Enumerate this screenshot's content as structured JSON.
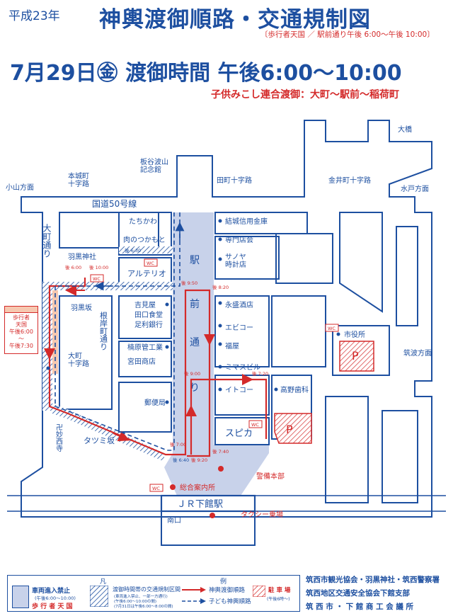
{
  "header": {
    "year": "平成23年",
    "title": "神輿渡御順路・交通規制図",
    "subtitle": "〔歩行者天国 ／ 駅前通り午後 6:00〜午後 10:00〕",
    "date_line": "7月29日㊎ 渡御時間 午後6:00〜10:00",
    "kids_route": "子供みこし連合渡御：大町〜駅前〜稲荷町"
  },
  "colors": {
    "blue": "#1d4fa0",
    "red": "#d42a2a",
    "pedestrian_fill": "#c8d2ea",
    "pedestrian_left": "#f6c8b0"
  },
  "map": {
    "places": {
      "ohashi": "大橋",
      "oyama": "小山方面",
      "honjocho": "本城町\n十字路",
      "itakura": "板谷波山\n記念館",
      "tamachi": "田町十字路",
      "kanaicho": "金井町十字路",
      "mito": "水戸方面",
      "route50": "国道50号線",
      "omachi_dori": "大町通り",
      "tachikawa": "たちかわ",
      "niku": "肉のつかもと",
      "yuki_bank": "結城信用金庫",
      "senmon": "専門店会",
      "haguro_shrine": "羽黒神社",
      "arterio": "アルテリオ",
      "sanoya": "サノヤ\n時計店",
      "eki": "駅",
      "mae": "前",
      "dori": "通",
      "ri": "り",
      "haguro_zaka": "羽黒坂",
      "yoshimiya": "吉見屋",
      "taguchi": "田口食堂",
      "ashikaga": "足利銀行",
      "nagisawa": "根岸町通り",
      "eimori": "永盛酒店",
      "ebico": "エビコー",
      "fukuya": "福屋",
      "shiyakusho": "市役所",
      "tsukuba": "筑波方面",
      "nashihara": "楠原管工業",
      "miyata": "宮田商店",
      "mimasu": "ミマスビル",
      "omachi_cross": "大町\n十字路",
      "itoko": "イトコー",
      "takano": "高野歯科",
      "yubinkyoku": "郵便局",
      "myosai": "卍妙西寺",
      "tatsumi": "タツミ坂",
      "spica": "スピカ",
      "keibi": "警備本部",
      "sogo": "総合案内所",
      "jr": "ＪＲ下館駅",
      "nanko": "南口",
      "taxi": "タクシー乗場",
      "parking": "P",
      "wc": "WC",
      "hokousha_box": "歩行者\n天国\n午後6:00\n〜\n午後7:30"
    },
    "times": {
      "t1": "後 6:00",
      "t2": "後 10:00",
      "t3": "後 6:30",
      "t4": "後 9:50",
      "t5": "後 8:20",
      "t6": "後 9:00",
      "t7": "後 7:20",
      "t8": "後 7:00",
      "t9": "後 6:40",
      "t10": "後 9:20",
      "t11": "後 7:40"
    }
  },
  "legend": {
    "title_left": "凡",
    "title_right": "例",
    "no_entry": "車両進入禁止",
    "no_entry_time": "(午後6:00〜10:00)",
    "pedestrian": "歩 行 者 天 国",
    "regulation": "渡御時間帯の交通規制区間",
    "regulation_note1": "(車両進入禁止、一部一方通行)",
    "regulation_note2": "(午後6:00〜10:00の間)",
    "regulation_note3": "(7月31日は午後6:00〜8:00の間)",
    "mikoshi_route": "神輿渡御順路",
    "kids_route": "子ども神輿順路",
    "parking": "駐 車 場",
    "parking_time": "(午後6時〜)"
  },
  "organizers": [
    "筑西市観光協会・羽黒神社・筑西警察署",
    "筑西地区交通安全協会下館支部",
    "筑 西 市 ・ 下 館 商 工 会 議 所"
  ]
}
